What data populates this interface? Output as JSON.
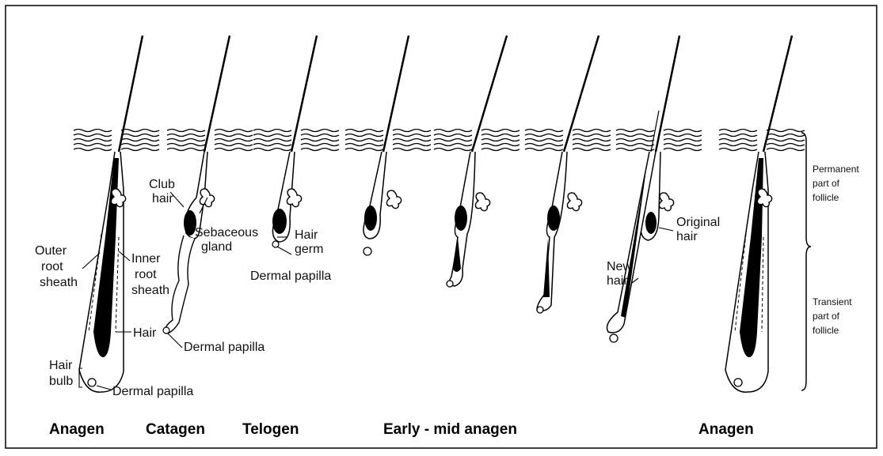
{
  "colors": {
    "ink": "#000000",
    "frame": "#000000",
    "background": "#ffffff"
  },
  "labels": {
    "club_hair": [
      "Club",
      "hair"
    ],
    "outer_root_sheath": [
      "Outer",
      "root",
      "sheath"
    ],
    "inner_root_sheath": [
      "Inner",
      "root",
      "sheath"
    ],
    "sebaceous_gland": [
      "Sebaceous",
      "gland"
    ],
    "hair_germ": [
      "Hair",
      "germ"
    ],
    "dermal_papilla_telogen": "Dermal papilla",
    "hair": "Hair",
    "dermal_papilla_catagen": "Dermal papilla",
    "hair_bulb": [
      "Hair",
      "bulb"
    ],
    "dermal_papilla_anagen": "Dermal papilla",
    "original_hair": [
      "Original",
      "hair"
    ],
    "new_hair": [
      "New",
      "hair"
    ]
  },
  "side_labels": {
    "permanent": [
      "Permanent",
      "part of",
      "follicle"
    ],
    "transient": [
      "Transient",
      "part of",
      "follicle"
    ]
  },
  "stages": [
    "Anagen",
    "Catagen",
    "Telogen",
    "Early - mid anagen",
    "Anagen"
  ]
}
